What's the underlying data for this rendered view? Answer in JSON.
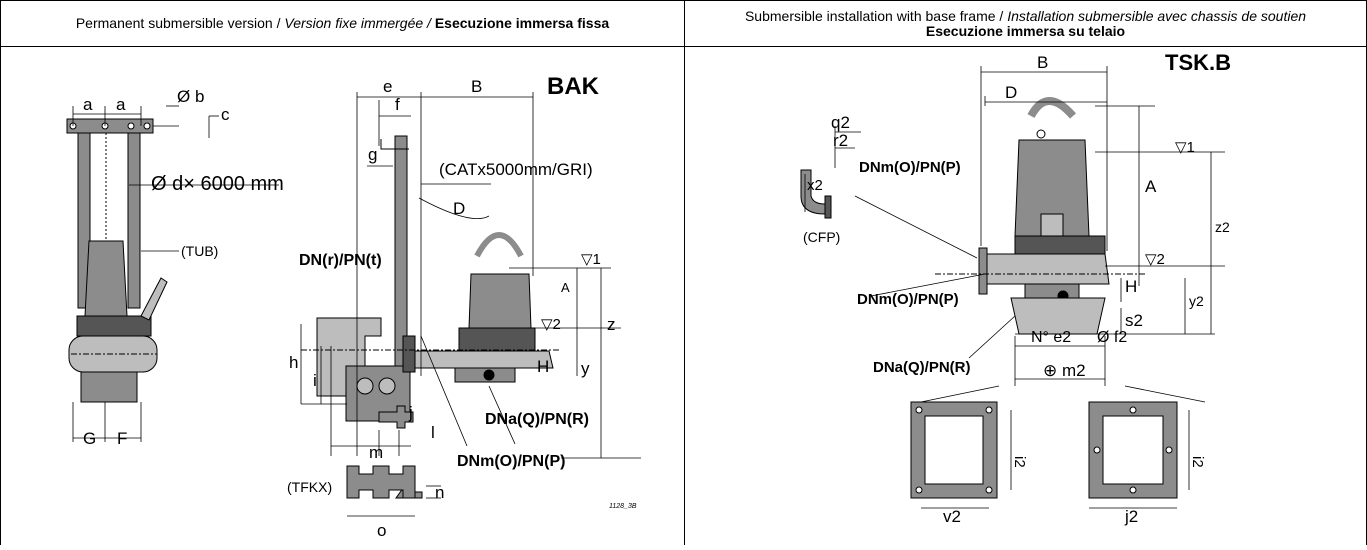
{
  "header_left": {
    "en": "Permanent submersible version / ",
    "fr": "Version fixe immergée / ",
    "it": "Esecuzione immersa fissa"
  },
  "header_right": {
    "line1_en": "Submersible installation with base frame / ",
    "line1_fr": "Installation submersible avec chassis de soutien",
    "line2_it": "Esecuzione immersa su telaio"
  },
  "left_panel": {
    "model": "BAK",
    "labels": {
      "a1": "a",
      "a2": "a",
      "b": "Ø b",
      "c": "c",
      "d": "Ø d× 6000 mm",
      "tub": "(TUB)",
      "G": "G",
      "F": "F",
      "e": "e",
      "f": "f",
      "g": "g",
      "B": "B",
      "D": "D",
      "cat": "(CATx5000mm/GRI)",
      "dn_r": "DN(r)/PN(t)",
      "lvl1": "▽1",
      "lvl2": "▽2",
      "A": "A",
      "z": "z",
      "y": "y",
      "H": "H",
      "h": "h",
      "i": "i",
      "j": "j",
      "l": "l",
      "m": "m",
      "dna": "DNa(Q)/PN(R)",
      "dnm": "DNm(O)/PN(P)",
      "tfkx": "(TFKX)",
      "n": "n",
      "o": "o",
      "code": "1128_3B"
    }
  },
  "right_panel": {
    "model": "TSK.B",
    "labels": {
      "B": "B",
      "D": "D",
      "q2": "q2",
      "r2": "r2",
      "x2": "x2",
      "cfp": "(CFP)",
      "dnm_top": "DNm(O)/PN(P)",
      "dnm_bot": "DNm(O)/PN(P)",
      "dna": "DNa(Q)/PN(R)",
      "lvl1": "▽1",
      "lvl2": "▽2",
      "A": "A",
      "z2": "z2",
      "H": "H",
      "y2": "y2",
      "s2": "s2",
      "e2": "N° e2",
      "f2": "Ø f2",
      "m2": "⊕ m2",
      "i2a": "i2",
      "i2b": "i2",
      "v2": "v2",
      "j2": "j2"
    }
  },
  "colors": {
    "body": "#8c8c8c",
    "dark": "#555555",
    "light": "#bdbdbd",
    "line": "#000000"
  }
}
